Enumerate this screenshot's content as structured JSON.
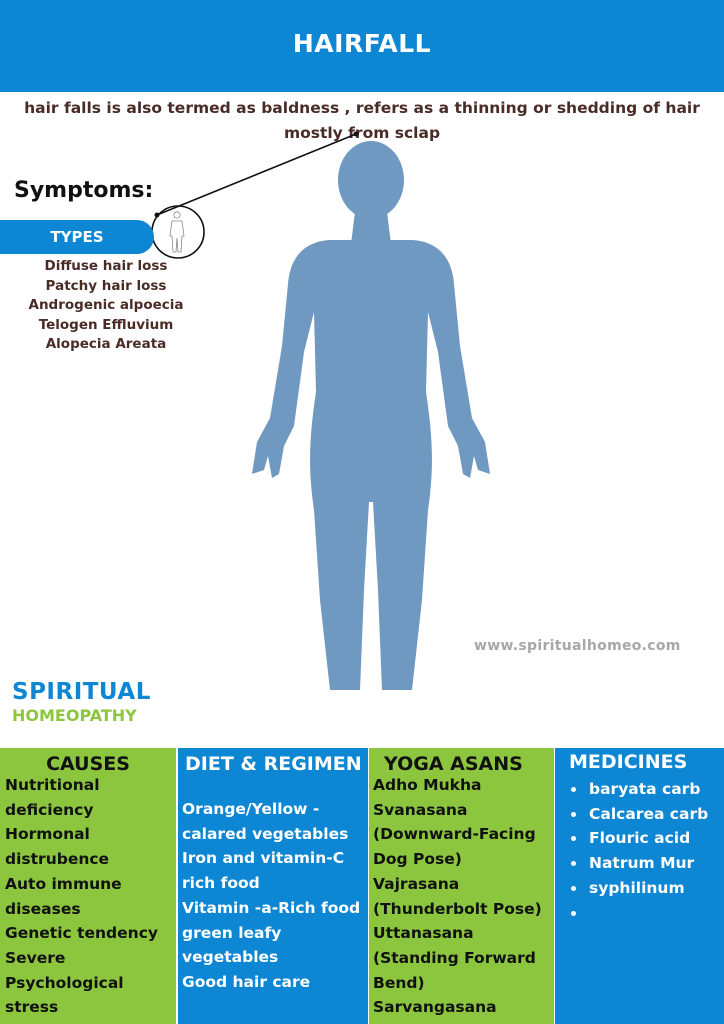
{
  "header": {
    "title": "HAIRFALL"
  },
  "intro": {
    "line1": "hair falls is also termed as baldness , refers as a thinning or shedding of hair",
    "line2": "mostly from sclap"
  },
  "symptoms": {
    "label": "Symptoms:"
  },
  "types": {
    "label": "TYPES",
    "items": [
      "Diffuse hair loss",
      "Patchy hair loss",
      "Androgenic alpoecia",
      "Telogen Effluvium",
      "Alopecia Areata"
    ]
  },
  "website": "www.spiritualhomeo.com",
  "logo": {
    "line1": "SPIRITUAL",
    "line2": "HOMEOPATHY"
  },
  "columns": {
    "causes": {
      "title": "CAUSES",
      "lines": [
        "Nutritional",
        "deficiency",
        "Hormonal",
        "distrubence",
        "Auto immune",
        "diseases",
        "Genetic tendency",
        "Severe",
        "Psychological",
        "stress"
      ]
    },
    "diet": {
      "title": "DIET & REGIMEN",
      "lines": [
        "Orange/Yellow -",
        "calared vegetables",
        "Iron and vitamin-C",
        "rich food",
        "Vitamin -a-Rich food",
        "green leafy",
        "vegetables",
        "Good hair care"
      ]
    },
    "yoga": {
      "title": "YOGA ASANS",
      "lines": [
        "Adho Mukha",
        "Svanasana",
        "(Downward-Facing",
        "Dog Pose)",
        "Vajrasana",
        "(Thunderbolt Pose)",
        "Uttanasana",
        "(Standing Forward",
        "Bend)",
        "Sarvangasana"
      ]
    },
    "medicines": {
      "title": "MEDICINES",
      "items": [
        "baryata carb",
        "Calcarea carb",
        "Flouric acid",
        "Natrum Mur",
        "syphilinum",
        ""
      ]
    }
  },
  "colors": {
    "blue": "#0d86d3",
    "green": "#8cc63e",
    "figure": "#7099c1",
    "text_brown": "#4a2c27"
  }
}
